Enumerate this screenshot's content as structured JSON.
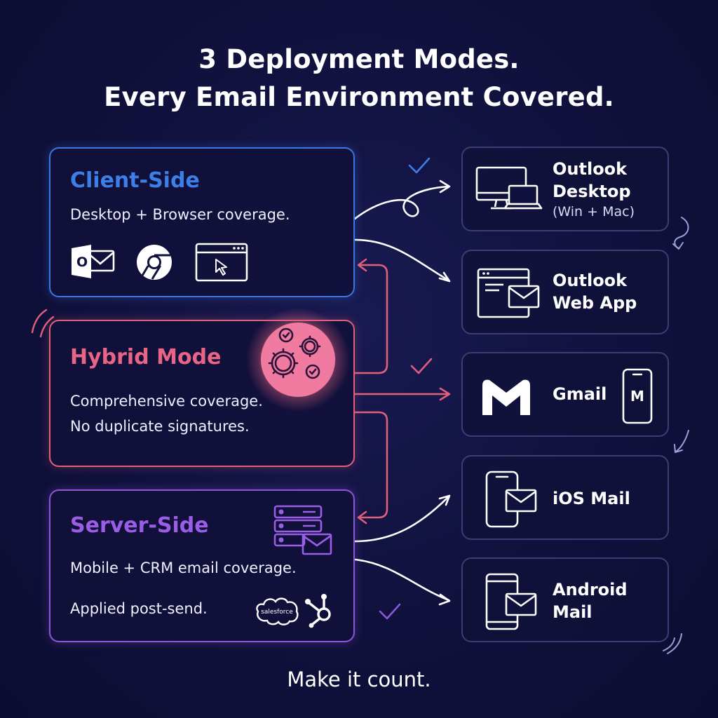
{
  "title": {
    "line1": "3 Deployment Modes.",
    "line2": "Every Email Environment Covered."
  },
  "modes": {
    "client": {
      "title": "Client-Side",
      "desc": "Desktop + Browser coverage.",
      "icons": [
        "outlook-icon",
        "chrome-icon",
        "browser-window-icon"
      ],
      "outlook_letter": "O"
    },
    "hybrid": {
      "title": "Hybrid Mode",
      "desc1": "Comprehensive coverage.",
      "desc2": "No duplicate signatures.",
      "icons": [
        "gears-check-icon"
      ]
    },
    "server": {
      "title": "Server-Side",
      "desc1": "Mobile + CRM email coverage.",
      "desc2": "Applied post-send.",
      "icons": [
        "server-mail-icon",
        "salesforce-icon",
        "hubspot-icon"
      ],
      "salesforce_label": "salesforce"
    }
  },
  "targets": {
    "outlook_desktop": {
      "line1": "Outlook",
      "line2": "Desktop",
      "sub": "(Win + Mac)",
      "icon": "desktop-laptop-icon"
    },
    "outlook_web": {
      "line1": "Outlook",
      "line2": "Web App",
      "icon": "browser-mail-icon"
    },
    "gmail": {
      "label": "Gmail",
      "icon": "gmail-icon",
      "phone_letter": "M"
    },
    "ios_mail": {
      "label": "iOS Mail",
      "icon": "phone-mail-icon"
    },
    "android_mail": {
      "line1": "Android",
      "line2": "Mail",
      "icon": "phone-mail-icon"
    }
  },
  "footer": "Make it count.",
  "colors": {
    "background": "#10113c",
    "client": "#3d7fe8",
    "hybrid": "#ea6486",
    "server": "#9a5ee6",
    "target_border": "#3b3d74",
    "check": "#3d7fe8"
  }
}
